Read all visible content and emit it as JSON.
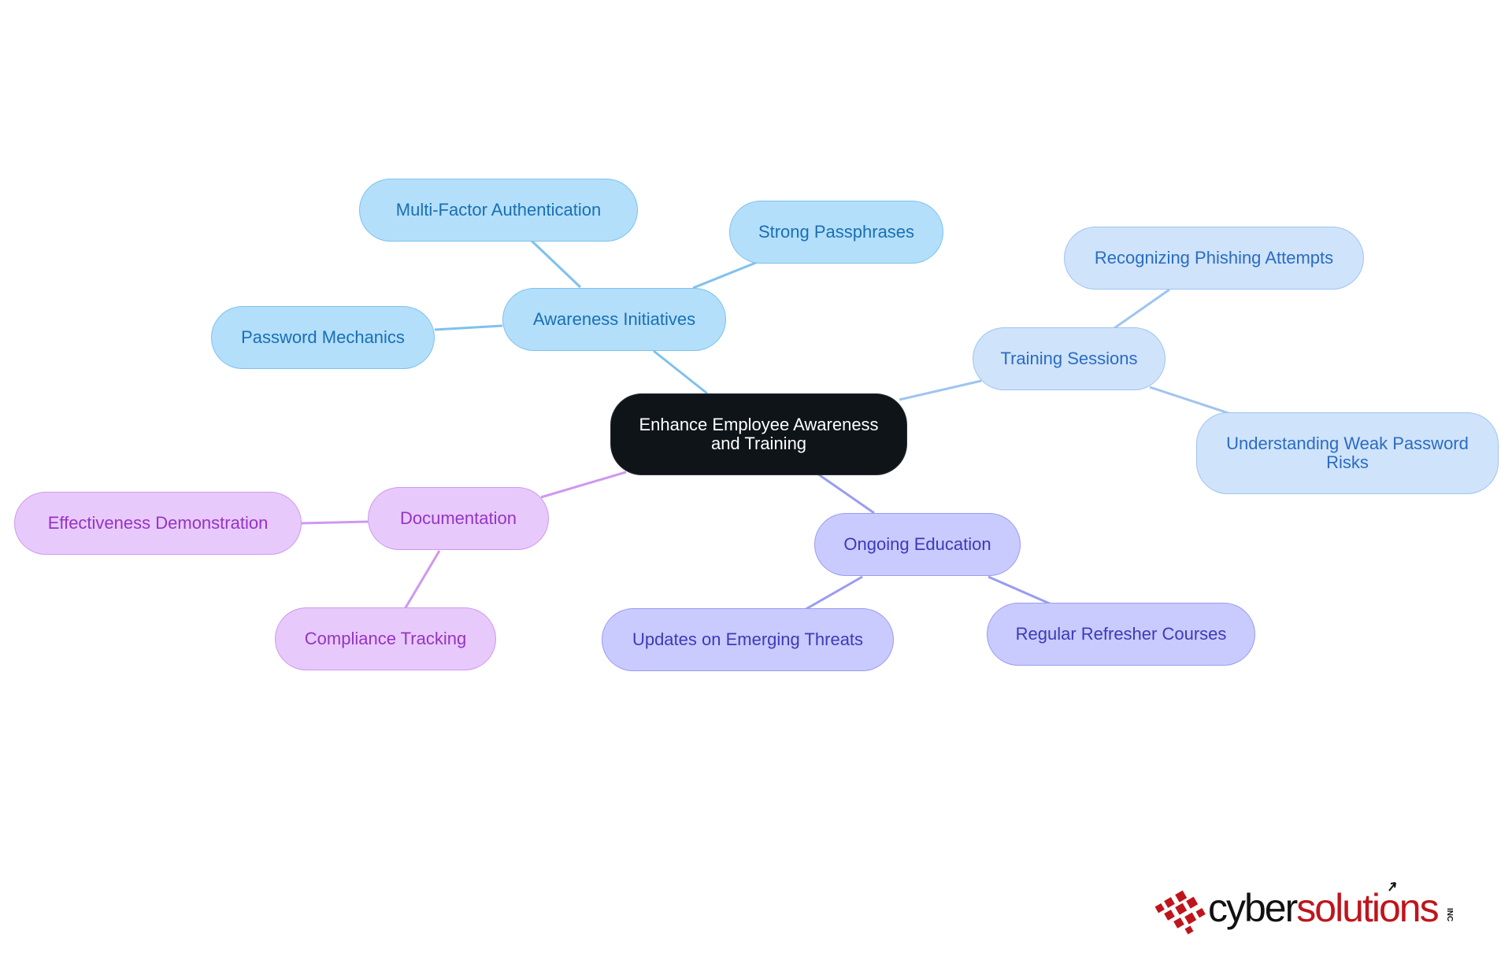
{
  "root": {
    "label": "Enhance Employee Awareness and Training"
  },
  "branches": {
    "awareness": {
      "label": "Awareness Initiatives",
      "children": [
        "Multi-Factor Authentication",
        "Strong Passphrases",
        "Password Mechanics"
      ]
    },
    "training": {
      "label": "Training Sessions",
      "children": [
        "Recognizing Phishing Attempts",
        "Understanding Weak Password Risks"
      ]
    },
    "education": {
      "label": "Ongoing Education",
      "children": [
        "Updates on Emerging Threats",
        "Regular Refresher Courses"
      ]
    },
    "documentation": {
      "label": "Documentation",
      "children": [
        "Effectiveness Demonstration",
        "Compliance Tracking"
      ]
    }
  },
  "logo": {
    "text_black": "cyber",
    "text_red": "solutions",
    "suffix": "INC"
  },
  "colors": {
    "awareness": "#b3dffb",
    "training": "#cfe3fb",
    "education": "#c9cafe",
    "documentation": "#e8c9fb",
    "root": "#0f1419",
    "logo_red": "#c0141c"
  }
}
